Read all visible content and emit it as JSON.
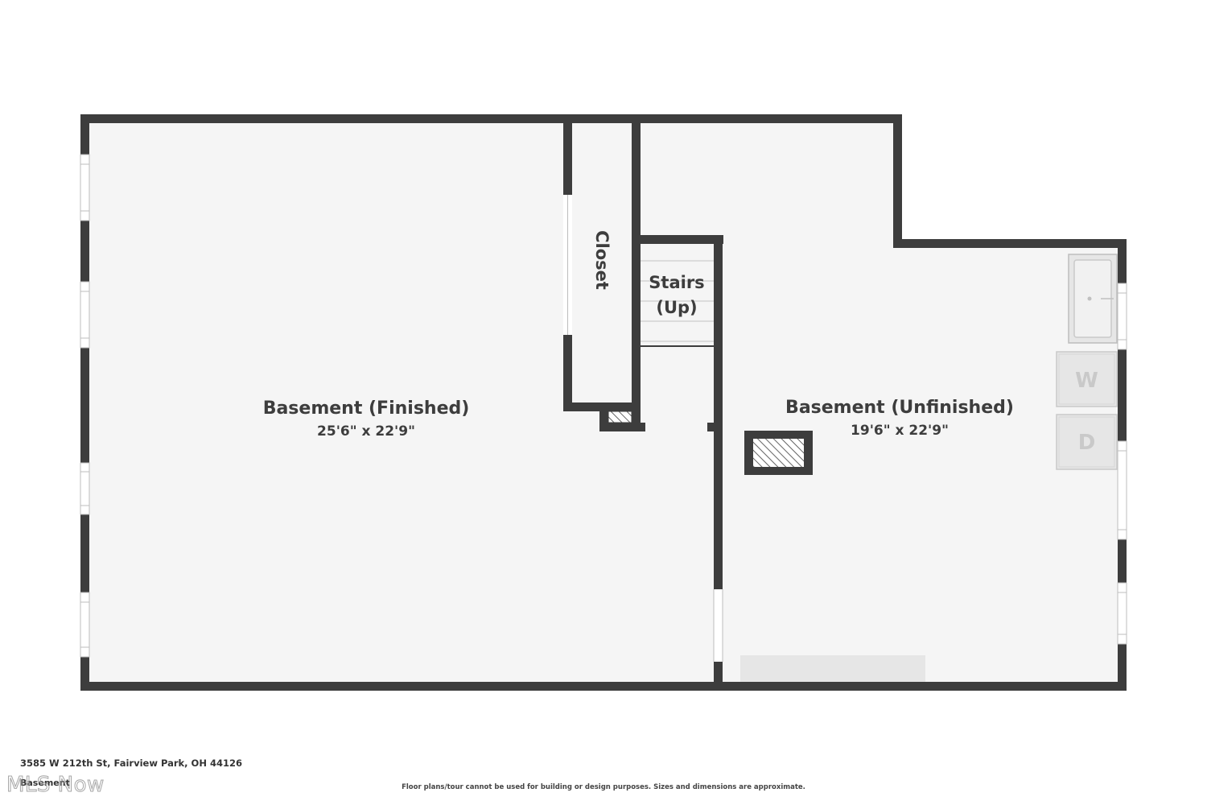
{
  "rooms": {
    "finished": {
      "name": "Basement (Finished)",
      "dims": "25'6\" x 22'9\""
    },
    "unfinished": {
      "name": "Basement (Unfinished)",
      "dims": "19'6\" x 22'9\""
    },
    "closet": {
      "name": "Closet"
    },
    "stairs": {
      "line1": "Stairs",
      "line2": "(Up)"
    }
  },
  "appliances": {
    "washer": "W",
    "dryer": "D"
  },
  "footer": {
    "address": "3585 W 212th St, Fairview Park, OH 44126",
    "floor": "Basement",
    "disclaimer": "Floor plans/tour cannot be used for building or design purposes. Sizes and dimensions are approximate."
  },
  "watermark": "MLS Now",
  "colors": {
    "wall": "#3d3d3d",
    "floor": "#f5f5f5",
    "fixture": "#e6e6e6"
  }
}
